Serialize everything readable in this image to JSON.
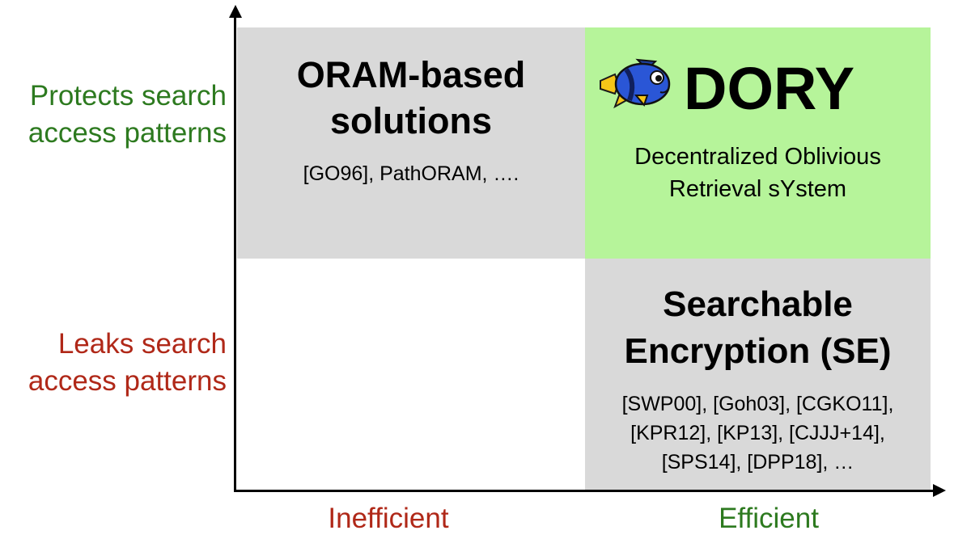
{
  "y_axis": {
    "top_label": [
      "Protects search",
      "access patterns"
    ],
    "bottom_label": [
      "Leaks search",
      "access patterns"
    ]
  },
  "x_axis": {
    "left_label": "Inefficient",
    "right_label": "Efficient"
  },
  "quadrants": {
    "top_left": {
      "title": [
        "ORAM-based",
        "solutions"
      ],
      "citations": "[GO96], PathORAM, …."
    },
    "top_right": {
      "title": "DORY",
      "subtitle": [
        "Decentralized Oblivious",
        "Retrieval sYstem"
      ],
      "icon": "fish-icon"
    },
    "bottom_right": {
      "title": [
        "Searchable",
        "Encryption (SE)"
      ],
      "citations": [
        "[SWP00], [Goh03], [CGKO11],",
        "[KPR12], [KP13], [CJJJ+14],",
        "[SPS14], [DPP18], …"
      ]
    }
  },
  "colors": {
    "gray_quadrant": "#d9d9d9",
    "green_quadrant": "#b6f49a",
    "green_text": "#2d7a1f",
    "red_text": "#b02818"
  }
}
